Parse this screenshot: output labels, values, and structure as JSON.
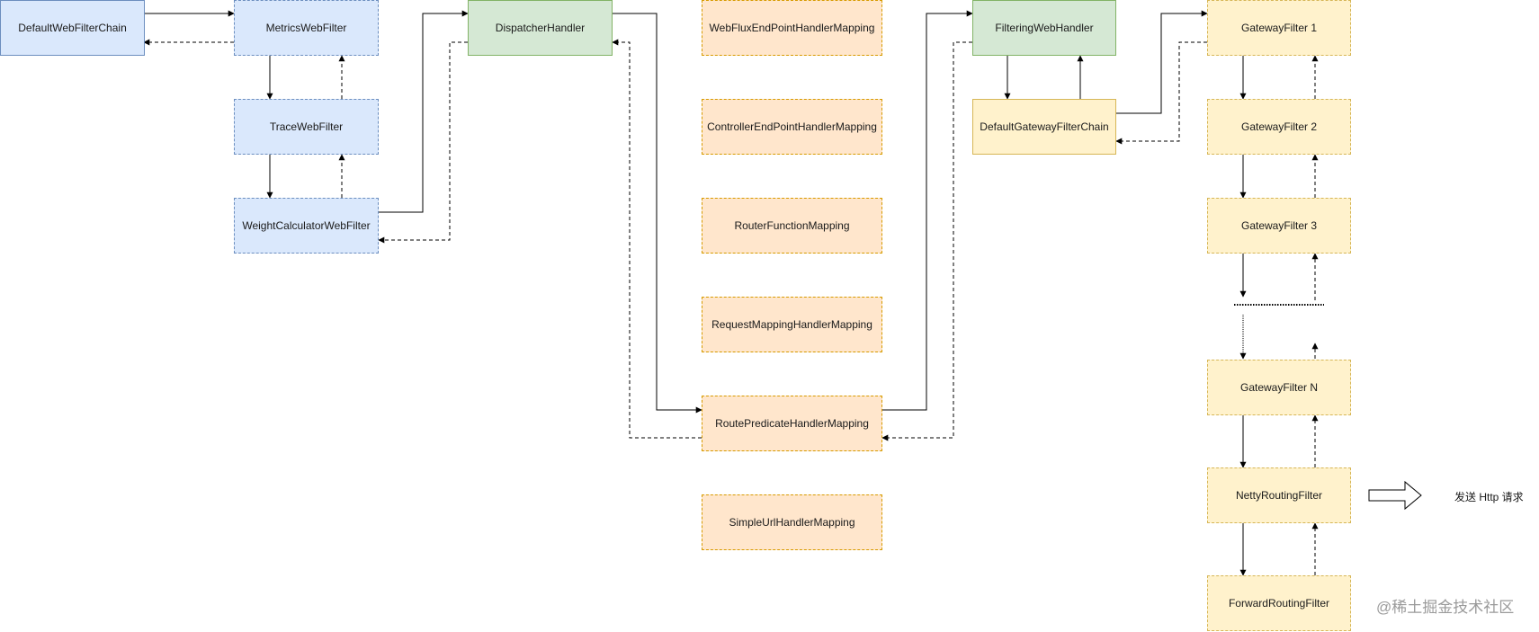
{
  "nodes": {
    "default_web_filter_chain": "DefaultWebFilterChain",
    "metrics_web_filter": "MetricsWebFilter",
    "trace_web_filter": "TraceWebFilter",
    "weight_calculator_web_filter": "WeightCalculatorWebFilter",
    "dispatcher_handler": "DispatcherHandler",
    "webflux_endpoint_handler_mapping": "WebFluxEndPointHandlerMapping",
    "controller_endpoint_handler_mapping": "ControllerEndPointHandlerMapping",
    "router_function_mapping": "RouterFunctionMapping",
    "request_mapping_handler_mapping": "RequestMappingHandlerMapping",
    "route_predicate_handler_mapping": "RoutePredicateHandlerMapping",
    "simple_url_handler_mapping": "SimpleUrlHandlerMapping",
    "filtering_web_handler": "FilteringWebHandler",
    "default_gateway_filter_chain": "DefaultGatewayFilterChain",
    "gateway_filter_1": "GatewayFilter 1",
    "gateway_filter_2": "GatewayFilter 2",
    "gateway_filter_3": "GatewayFilter 3",
    "gateway_filter_n": "GatewayFilter N",
    "netty_routing_filter": "NettyRoutingFilter",
    "forward_routing_filter": "ForwardRoutingFilter"
  },
  "annotations": {
    "send_http_request": "发送 Http 请求",
    "watermark": "@稀土掘金技术社区"
  },
  "colors": {
    "blue_fill": "#dae8fc",
    "blue_stroke": "#6c8ebf",
    "green_fill": "#d5e8d4",
    "green_stroke": "#82b366",
    "orange_fill": "#ffe6cc",
    "orange_stroke": "#d79b00",
    "yellow_fill": "#fff2cc",
    "yellow_stroke": "#d6b656",
    "line": "#000000"
  }
}
